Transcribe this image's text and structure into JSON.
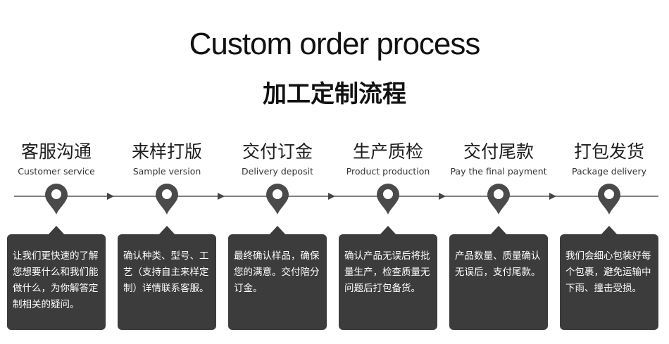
{
  "header": {
    "title_en": "Custom order process",
    "title_zh": "加工定制流程"
  },
  "steps": [
    {
      "label_zh": "客服沟通",
      "label_en": "Customer service",
      "description": "让我们更快速的了解您想要什么和我们能做什么，为你解答定制相关的疑问。",
      "icon": "location-pin-icon"
    },
    {
      "label_zh": "来样打版",
      "label_en": "Sample version",
      "description": "确认种类、型号、工艺（支持自主来样定制）详情联系客服。",
      "icon": "location-pin-icon"
    },
    {
      "label_zh": "交付订金",
      "label_en": "Delivery deposit",
      "description": "最终确认样品，确保您的满意。交付陪分订金。",
      "icon": "location-pin-icon"
    },
    {
      "label_zh": "生产质检",
      "label_en": "Product production",
      "description": "确认产品无误后将批量生产，检查质量无问题后打包备货。",
      "icon": "location-pin-icon"
    },
    {
      "label_zh": "交付尾款",
      "label_en": "Pay the final payment",
      "description": "产品数量、质量确认无误后，支付尾款。",
      "icon": "location-pin-icon"
    },
    {
      "label_zh": "打包发货",
      "label_en": "Package delivery",
      "description": "我们会细心包装好每个包裹，避免运输中下雨、撞击受损。",
      "icon": "location-pin-icon"
    }
  ],
  "colors": {
    "pin": "#4a4a4a",
    "box": "#3c3c3c",
    "line": "#555555"
  }
}
